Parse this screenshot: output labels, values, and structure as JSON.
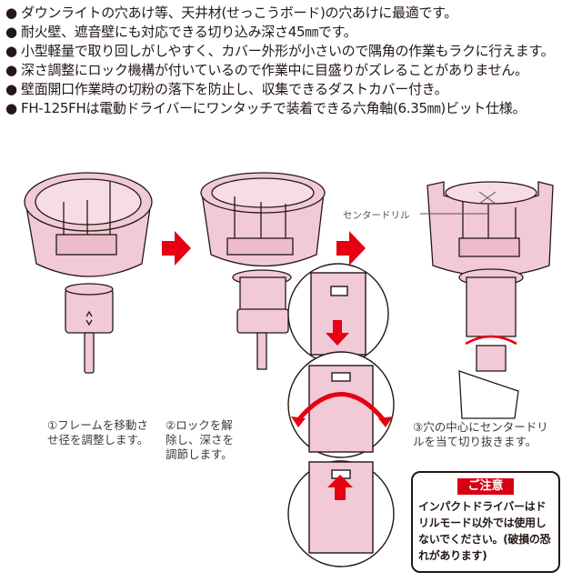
{
  "features": [
    {
      "bullet": "●",
      "text": "ダウンライトの穴あけ等、天井材(せっこうボード)の穴あけに最適です。"
    },
    {
      "bullet": "●",
      "text": "耐火壁、遮音壁にも対応できる切り込み深さ45㎜です。"
    },
    {
      "bullet": "●",
      "text": "小型軽量で取り回しがしやすく、カバー外形が小さいので隅角の作業もラクに行えます。"
    },
    {
      "bullet": "●",
      "text": "深さ調整にロック機構が付いているので作業中に目盛りがズレることがありません。"
    },
    {
      "bullet": "●",
      "text": "壁面開口作業時の切粉の落下を防止し、収集できるダストカバー付き。"
    },
    {
      "bullet": "●",
      "text": "FH-125FHは電動ドライバーにワンタッチで装着できる六角軸(6.35㎜)ビット仕様。"
    }
  ],
  "steps": [
    {
      "caption": "①フレームを移動させ径を調整します。"
    },
    {
      "caption": "②ロックを解除し、深さを調節します。"
    },
    {
      "caption": "③穴の中心にセンタードリルを当て切り抜きます。"
    }
  ],
  "labels": {
    "center_drill": "センタードリル"
  },
  "notice": {
    "title": "ご注意",
    "body": "インパクトドライバーはドリルモード以外では使用しないでください。(破損の恐れがあります)"
  },
  "colors": {
    "product_pink": "#f2c9d6",
    "outline": "#231815",
    "arrow_red": "#e60012",
    "notice_red": "#d7000f"
  }
}
